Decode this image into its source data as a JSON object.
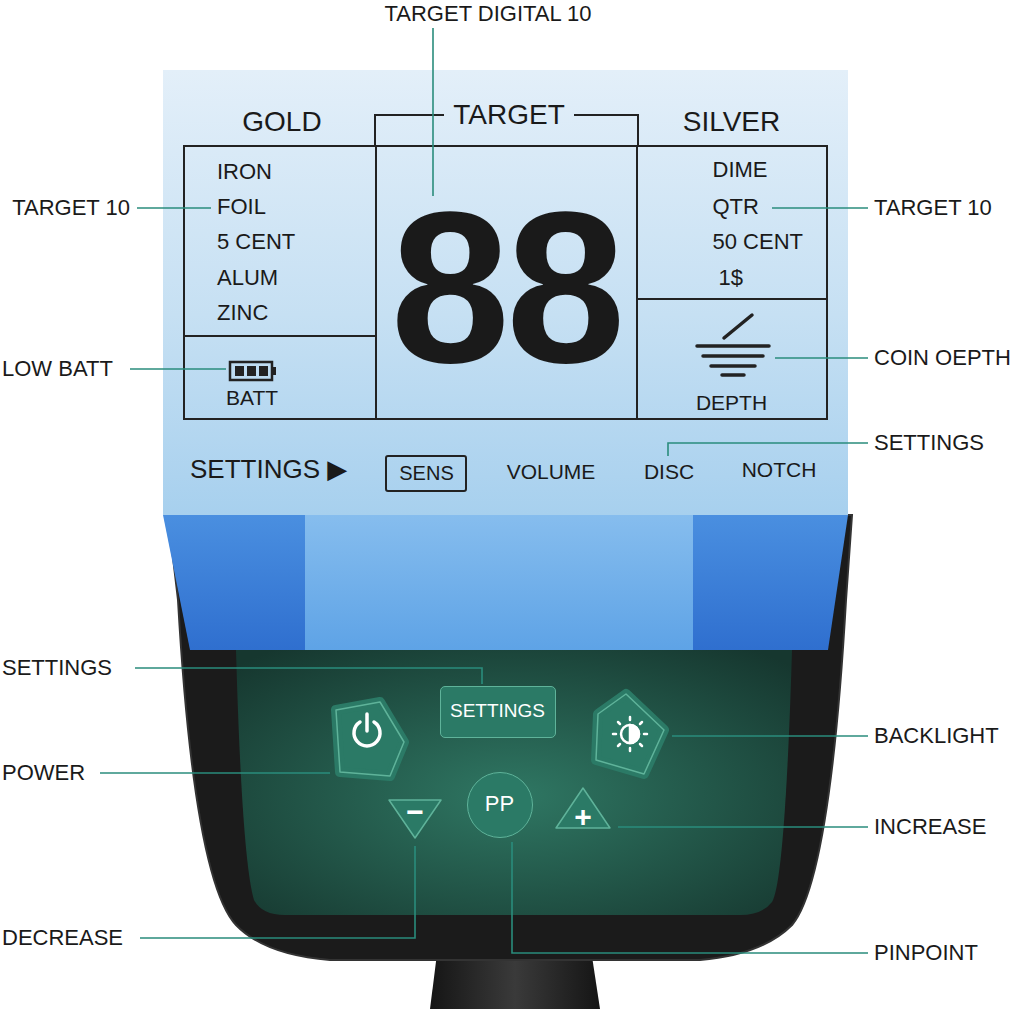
{
  "diagram": {
    "nodes": [
      {
        "text": [
          "SETTINGS ▶",
          "VOLUME",
          "DISC",
          "NOTCH"
        ]
      },
      {
        "text": [
          "GOLD",
          "IRON",
          "FOIL",
          "5 CENT",
          "ALUM",
          "ZINC"
        ],
        "in": 0
      },
      {
        "text": [
          "BATT"
        ],
        "in": 0
      },
      {
        "text": [
          "TARGET",
          "88"
        ],
        "in": 0
      },
      {
        "text": [
          "SILVER",
          "DIME",
          "QTR",
          "50 CENT",
          "1$"
        ],
        "in": 0
      },
      {
        "text": [
          "DEPTH"
        ],
        "in": 0
      },
      {
        "text": [
          "SENS"
        ],
        "in": 0
      },
      {
        "text": [
          "SETTINGS"
        ]
      },
      {
        "text": [
          "PP"
        ]
      },
      {
        "text": [
          "−"
        ]
      },
      {
        "text": [
          "+"
        ]
      }
    ],
    "labels": [
      "TARGET DIGITAL 10",
      "TARGET 10",
      "TARGET 10",
      "COIN OEPTH",
      "LOW BATT",
      "SETTINGS",
      "SETTINGS",
      "BACKLIGHT",
      "POWER",
      "INCREASE",
      "DECREASE",
      "PINPOINT"
    ]
  }
}
